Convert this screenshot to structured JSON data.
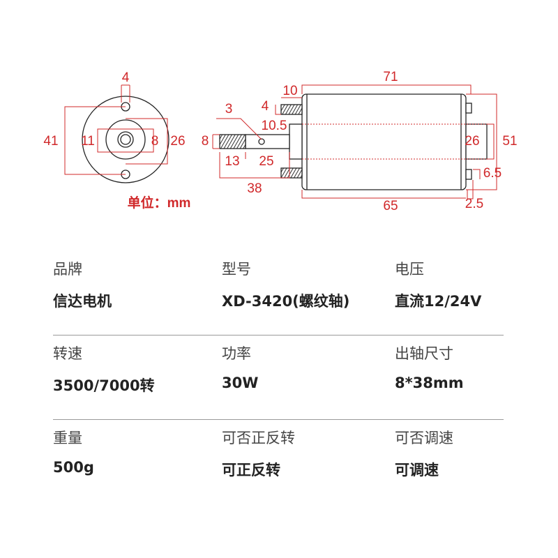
{
  "drawing": {
    "front": {
      "hole": "4",
      "mount": "41",
      "inner": "11",
      "shaft": "8",
      "boss": "26"
    },
    "unit": "单位：mm",
    "side": {
      "total_length": "71",
      "stud_len": "10",
      "stud_dia": "4",
      "flat": "3",
      "flange_len": "10.5",
      "shaft_dia": "8",
      "thread_len": "13",
      "flat_len": "25",
      "shaft_len": "38",
      "body_len": "65",
      "tab": "2.5",
      "tab_w": "6.5",
      "end_dia": "26",
      "body_dia": "51"
    },
    "line_color": "#d0282a"
  },
  "specs": [
    [
      {
        "label": "品牌",
        "value": "信达电机"
      },
      {
        "label": "型号",
        "value": "XD-3420(螺纹轴)"
      },
      {
        "label": "电压",
        "value": "直流12/24V"
      }
    ],
    [
      {
        "label": "转速",
        "value": "3500/7000转"
      },
      {
        "label": "功率",
        "value": "30W"
      },
      {
        "label": "出轴尺寸",
        "value": "8*38mm"
      }
    ],
    [
      {
        "label": "重量",
        "value": "500g"
      },
      {
        "label": "可否正反转",
        "value": "可正反转"
      },
      {
        "label": "可否调速",
        "value": "可调速"
      }
    ]
  ]
}
